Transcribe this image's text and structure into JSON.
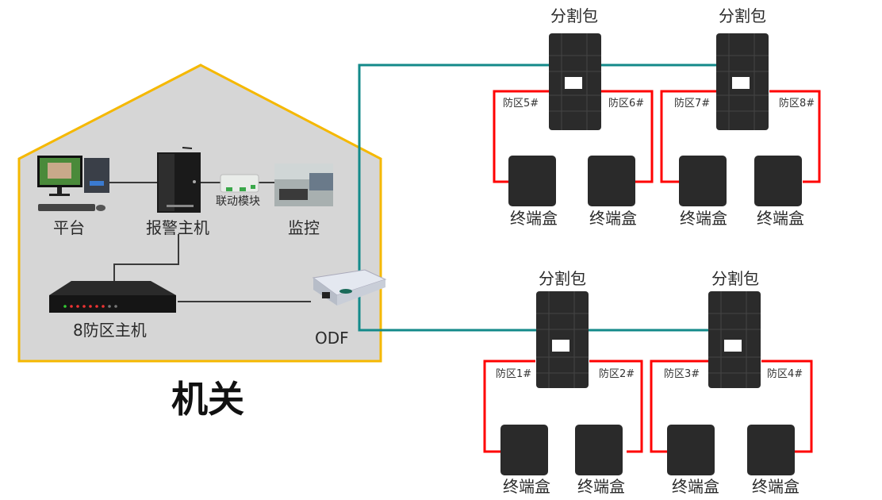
{
  "colors": {
    "house_fill": "#d6d6d6",
    "house_border": "#f5b800",
    "fiber_line": "#138a8a",
    "zone_line": "#ff0000",
    "internal_line": "#3a3a3a",
    "device_dark": "#2b2b2b"
  },
  "building": {
    "title": "机关",
    "devices": {
      "platform": "平台",
      "alarm_host": "报警主机",
      "linkage_module": "联动模块",
      "monitoring": "监控",
      "zone8_host": "8防区主机",
      "odf": "ODF"
    }
  },
  "splitters": [
    {
      "label": "分割包",
      "zones": [
        "防区5#",
        "防区6#"
      ],
      "terminals": [
        "终端盒",
        "终端盒"
      ]
    },
    {
      "label": "分割包",
      "zones": [
        "防区7#",
        "防区8#"
      ],
      "terminals": [
        "终端盒",
        "终端盒"
      ]
    },
    {
      "label": "分割包",
      "zones": [
        "防区1#",
        "防区2#"
      ],
      "terminals": [
        "终端盒",
        "终端盒"
      ]
    },
    {
      "label": "分割包",
      "zones": [
        "防区3#",
        "防区4#"
      ],
      "terminals": [
        "终端盒",
        "终端盒"
      ]
    }
  ]
}
